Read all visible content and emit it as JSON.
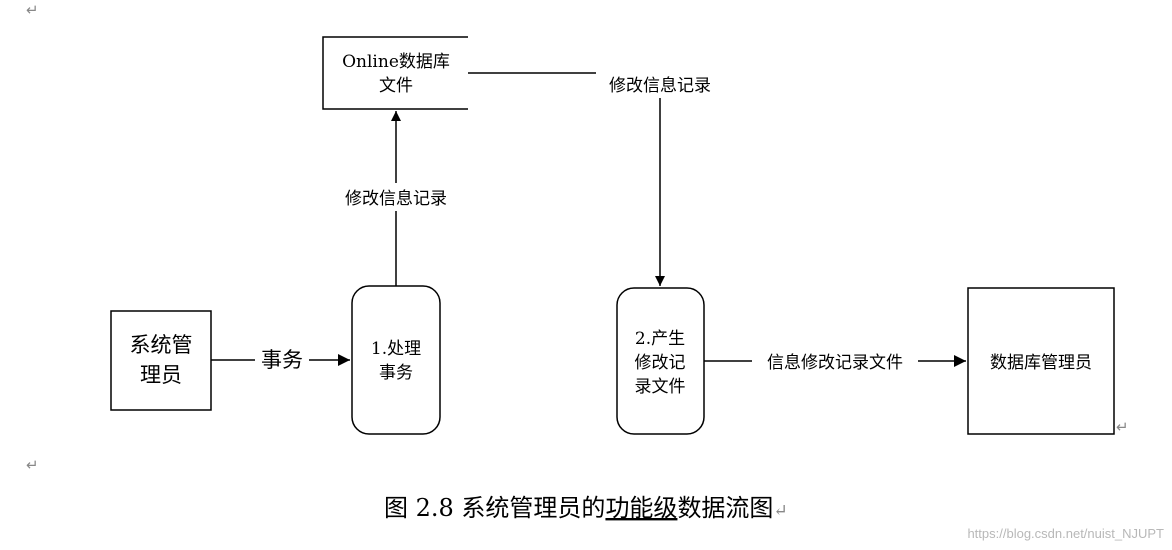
{
  "nodes": {
    "online_db": {
      "line1": "Online数据库",
      "line2": "文件"
    },
    "sys_admin": {
      "line1": "系统管",
      "line2": "理员"
    },
    "process_1": {
      "line1": "1.处理",
      "line2": "事务"
    },
    "process_2": {
      "line1": "2.产生",
      "line2": "修改记",
      "line3": "录文件"
    },
    "db_admin": {
      "label": "数据库管理员"
    }
  },
  "flows": {
    "p1_to_db": "修改信息记录",
    "db_to_p2": "修改信息记录",
    "admin_to_p1": "事务",
    "p2_to_dbadmin": "信息修改记录文件"
  },
  "caption": {
    "prefix": "图 2.8 系统管理员的",
    "underlined": "功能级",
    "suffix": "数据流图"
  },
  "paragraph_mark": "↵",
  "watermark": "https://blog.csdn.net/nuist_NJUPT"
}
